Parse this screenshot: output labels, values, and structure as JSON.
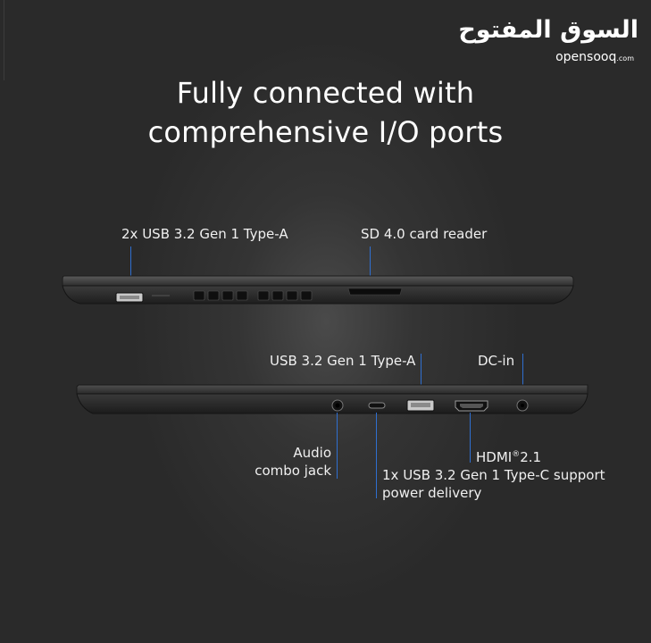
{
  "branding": {
    "logo_arabic": "السوق المفتوح",
    "logo_latin": "opensooq",
    "logo_suffix": ".com"
  },
  "headline": {
    "line1": "Fully connected with",
    "line2": "comprehensive I/O ports"
  },
  "top_view": {
    "usb_a_label": "2x USB 3.2 Gen 1 Type-A",
    "sd_label": "SD 4.0 card reader"
  },
  "bottom_view": {
    "usb_a_label": "USB 3.2 Gen 1 Type-A",
    "dc_label": "DC-in",
    "audio_line1": "Audio",
    "audio_line2": "combo jack",
    "hdmi_label": "HDMI",
    "hdmi_reg": "®",
    "hdmi_version": "2.1",
    "usbc_line1": "1x USB 3.2 Gen 1 Type-C support",
    "usbc_line2": "power delivery"
  },
  "colors": {
    "background": "#2a2a2a",
    "pointer": "#2f6fd0",
    "text": "#f0f0f0"
  }
}
